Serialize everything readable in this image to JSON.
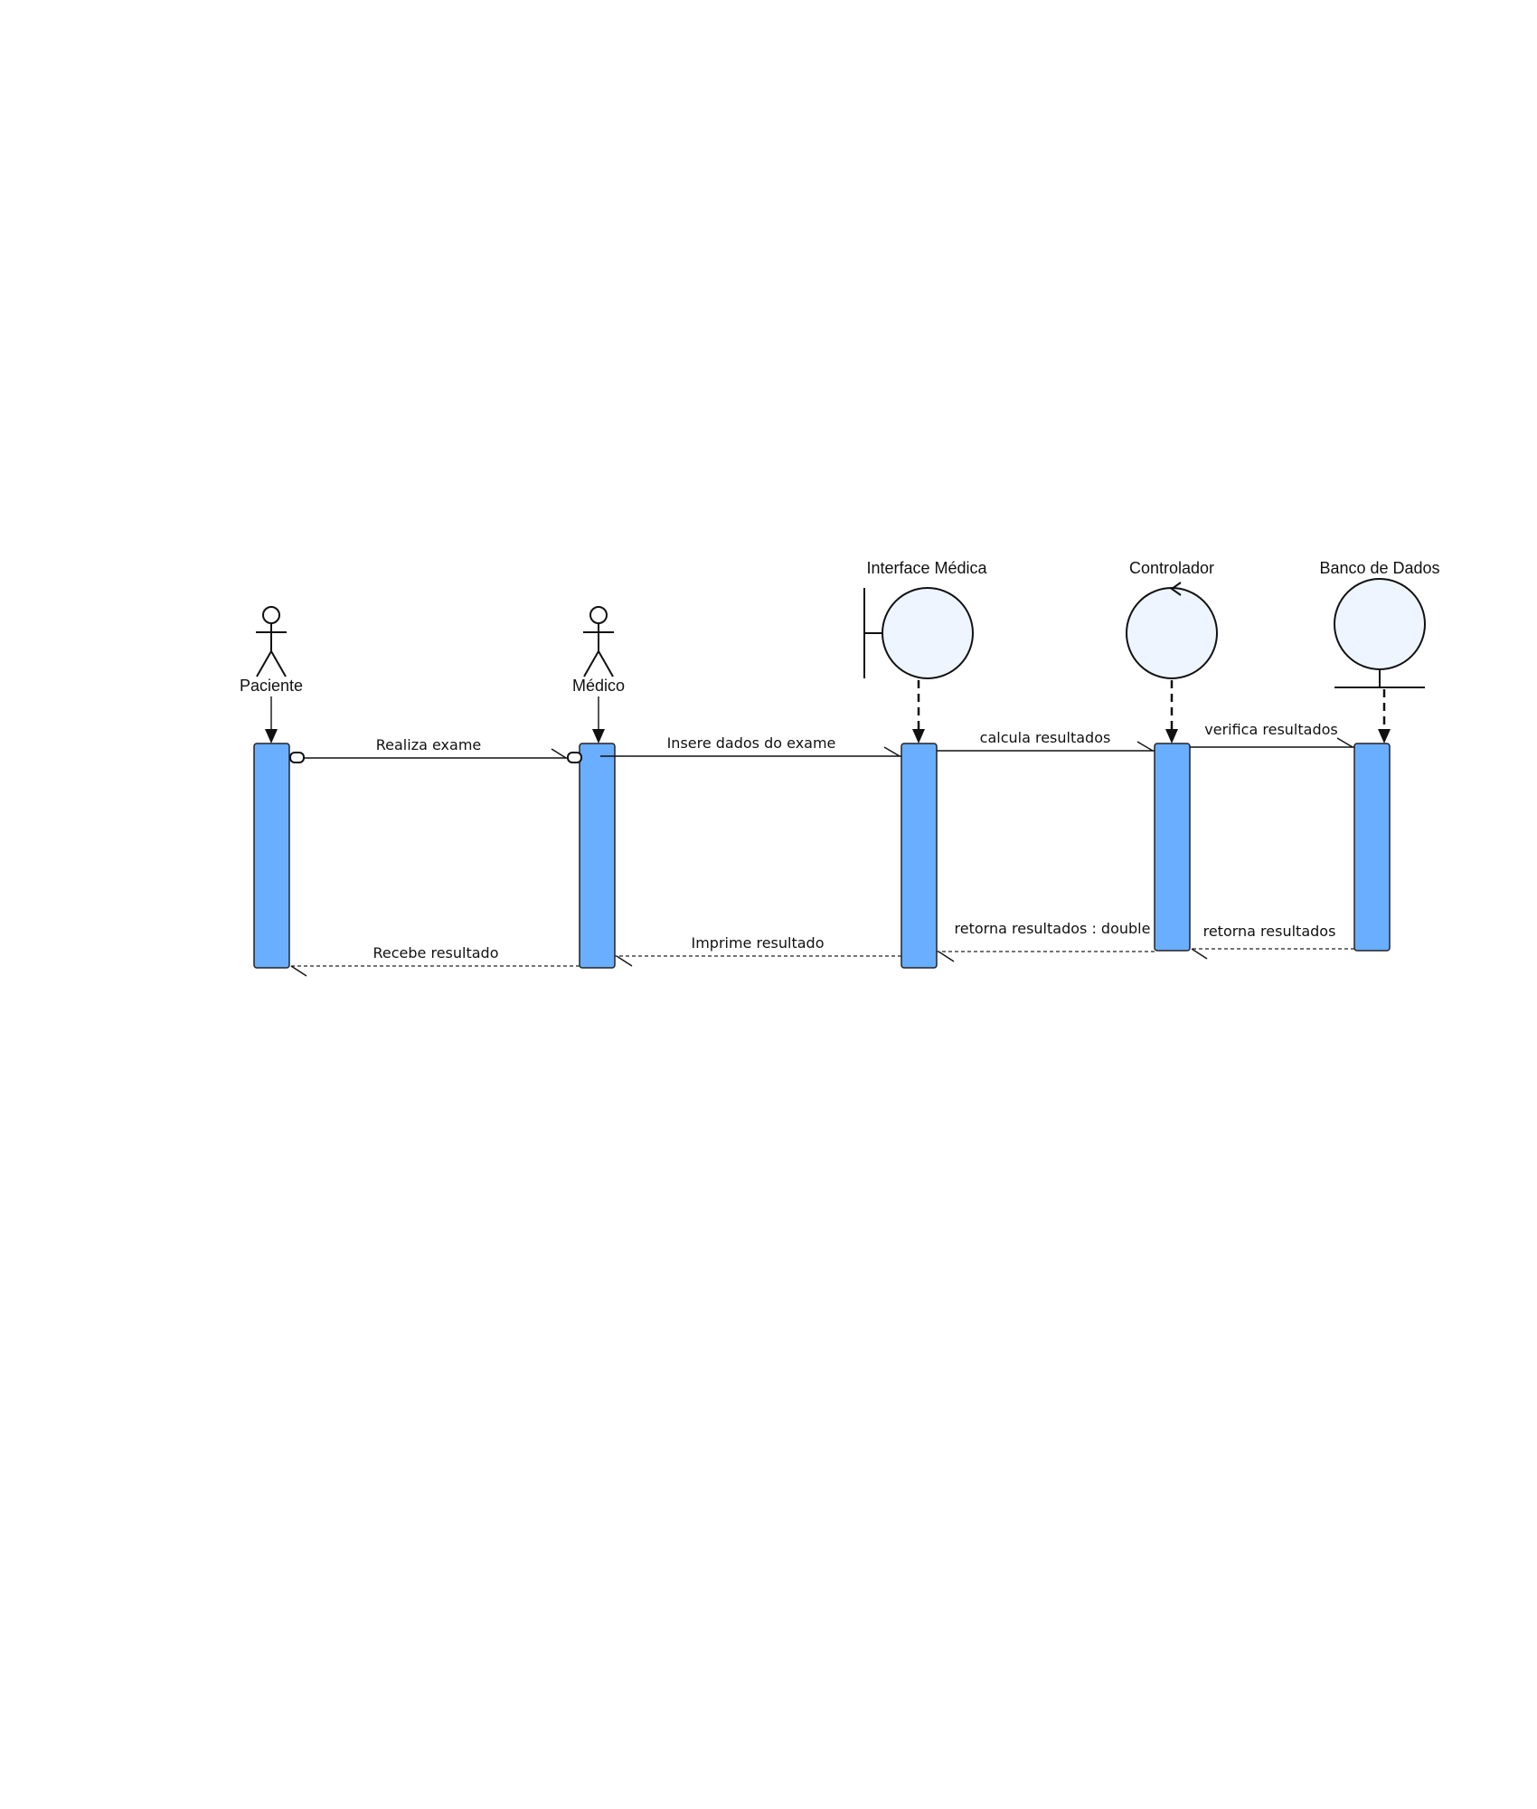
{
  "participants": {
    "paciente": "Paciente",
    "medico": "Médico",
    "interface": "Interface Médica",
    "controlador": "Controlador",
    "banco": "Banco de Dados"
  },
  "messages": {
    "realiza_exame": "Realiza exame",
    "insere_dados": "Insere dados do exame",
    "calcula": "calcula resultados",
    "verifica": "verifica resultados",
    "retorna_db": "retorna resultados",
    "retorna_double": "retorna resultados : double",
    "imprime": "Imprime resultado",
    "recebe": "Recebe resultado"
  },
  "colors": {
    "activation": "#6aaeff",
    "bubble": "#eef5ff"
  }
}
